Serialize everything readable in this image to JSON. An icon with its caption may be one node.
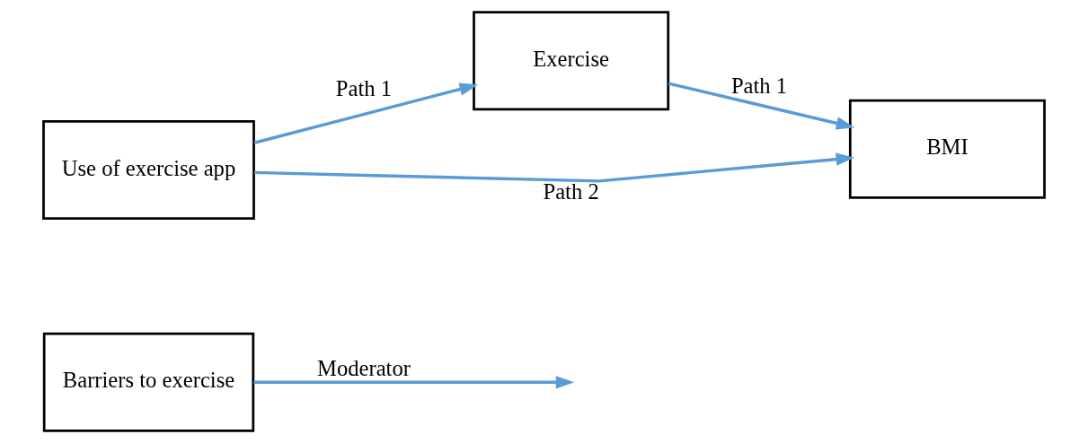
{
  "diagram": {
    "nodes": [
      {
        "text": [
          "Barriers to exercise"
        ]
      },
      {
        "text": [
          "Exercise"
        ]
      },
      {
        "text": [
          "Use of exercise app"
        ]
      },
      {
        "text": [
          "BMI"
        ]
      }
    ],
    "edges": [
      {
        "from": 0,
        "to": null,
        "arrow": "to",
        "label": "Moderator"
      },
      {
        "from": 2,
        "to": 1,
        "arrow": "to",
        "label": "Path 1"
      },
      {
        "from": 1,
        "to": 3,
        "arrow": "to",
        "label": "Path 1"
      },
      {
        "from": 2,
        "to": 3,
        "arrow": "to",
        "label": "Path 2"
      }
    ]
  }
}
